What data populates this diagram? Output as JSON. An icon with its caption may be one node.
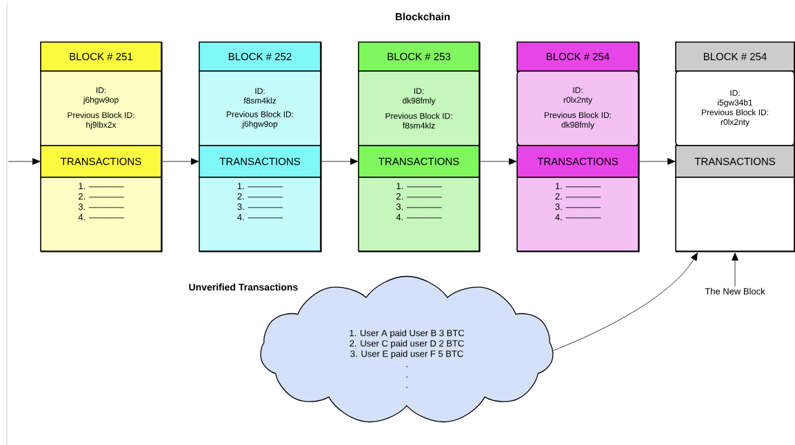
{
  "diagram": {
    "title": "Blockchain",
    "nodes": [
      {
        "text": [],
        "shape": "box"
      },
      {
        "text": [
          "BLOCK # 251"
        ],
        "in": 0
      },
      {
        "text": [
          "ID: j6hgw9op",
          "Previous Block ID: hj9lbx2x"
        ],
        "in": 0
      },
      {
        "text": [
          "TRANSACTIONS"
        ],
        "in": 0
      },
      {
        "text": [
          "1. –––––––",
          "2. –––––––",
          "3. –––––––",
          "4. –––––––"
        ],
        "in": 0
      },
      {
        "text": [],
        "shape": "box"
      },
      {
        "text": [
          "BLOCK # 252"
        ],
        "in": 5
      },
      {
        "text": [
          "ID: f8sm4klz",
          "Previous Block ID: j6hgw9op"
        ],
        "in": 5
      },
      {
        "text": [
          "TRANSACTIONS"
        ],
        "in": 5
      },
      {
        "text": [
          "1. –––––––",
          "2. –––––––",
          "3. –––––––",
          "4. –––––––"
        ],
        "in": 5
      },
      {
        "text": [],
        "shape": "box"
      },
      {
        "text": [
          "BLOCK # 253"
        ],
        "in": 10
      },
      {
        "text": [
          "ID: dk98fmly",
          "Previous Block ID: f8sm4klz"
        ],
        "in": 10
      },
      {
        "text": [
          "TRANSACTIONS"
        ],
        "in": 10
      },
      {
        "text": [
          "1. –––––––",
          "2. –––––––",
          "3. –––––––",
          "4. –––––––"
        ],
        "in": 10
      },
      {
        "text": [],
        "shape": "box"
      },
      {
        "text": [
          "BLOCK # 254"
        ],
        "in": 15
      },
      {
        "text": [
          "ID: r0lx2nty",
          "Previous Block ID: dk98fmly"
        ],
        "in": 15
      },
      {
        "text": [
          "TRANSACTIONS"
        ],
        "in": 15
      },
      {
        "text": [
          "1. –––––––",
          "2. –––––––",
          "3. –––––––",
          "4. –––––––"
        ],
        "in": 15
      },
      {
        "text": [],
        "shape": "box"
      },
      {
        "text": [
          "BLOCK # 254"
        ],
        "in": 20
      },
      {
        "text": [
          "ID: i5gw34b1",
          "Previous Block ID: r0lx2nty"
        ],
        "in": 20
      },
      {
        "text": [
          "TRANSACTIONS"
        ],
        "in": 20
      },
      {
        "text": [],
        "shape": "box",
        "in": 20
      },
      {
        "text": [
          "Unverified Transactions",
          "1. User A paid User B 3 BTC",
          "2. User C paid user D 2 BTC",
          "3. User E paid user F 5 BTC",
          ".",
          ".",
          "."
        ]
      },
      {
        "text": [
          "The New Block"
        ]
      }
    ],
    "edges": [
      {
        "from": null,
        "to": 0,
        "arrow": "to"
      },
      {
        "from": 0,
        "to": 5,
        "arrow": "to"
      },
      {
        "from": 5,
        "to": 10,
        "arrow": "to"
      },
      {
        "from": 10,
        "to": 15,
        "arrow": "to"
      },
      {
        "from": 15,
        "to": 20,
        "arrow": "to"
      },
      {
        "from": 25,
        "to": 20,
        "arrow": "to"
      },
      {
        "from": 26,
        "to": 20,
        "arrow": "to"
      }
    ]
  }
}
